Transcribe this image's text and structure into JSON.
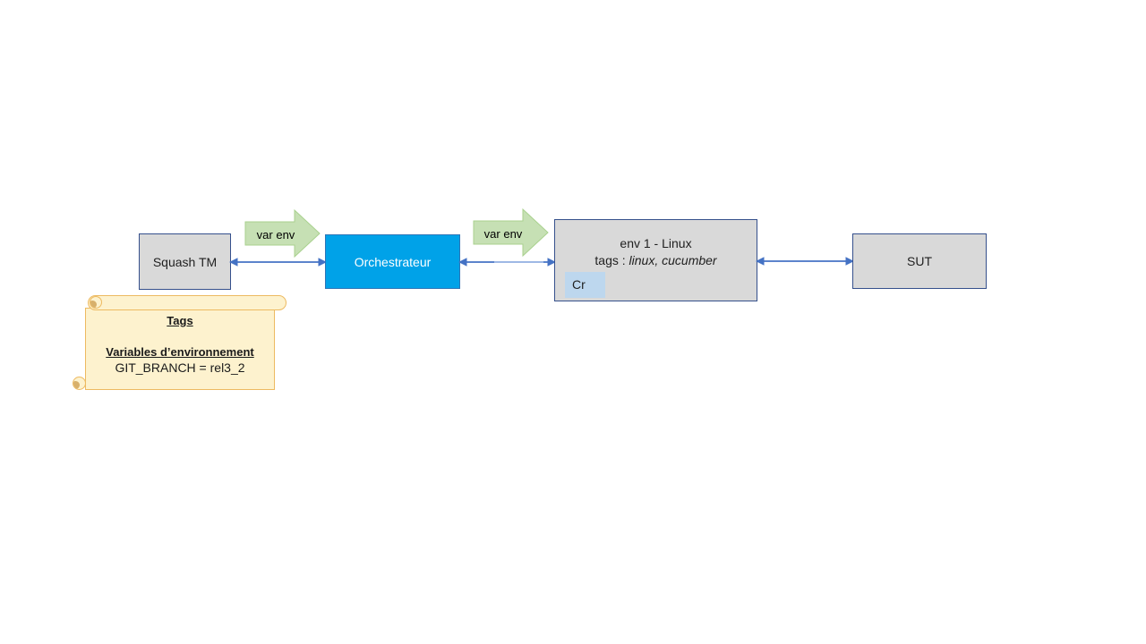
{
  "diagram": {
    "nodes": {
      "squash_tm": {
        "label": "Squash TM"
      },
      "orchestrateur": {
        "label": "Orchestrateur"
      },
      "env1": {
        "title": "env 1 - Linux",
        "tags_prefix": "tags : ",
        "tags_value": "linux, cucumber",
        "badge_label": "Cr"
      },
      "sut": {
        "label": "SUT"
      }
    },
    "flow_arrows": {
      "squash_to_orchestrateur": {
        "label": "var env"
      },
      "orchestrateur_to_env": {
        "label": "var env"
      }
    },
    "note": {
      "heading": "Tags",
      "subheading": "Variables d’environnement",
      "line1": "GIT_BRANCH = rel3_2"
    },
    "colors": {
      "node_fill": "#d9d9d9",
      "node_border": "#35508c",
      "orchestrateur_fill": "#00a2e8",
      "orchestrateur_border": "#2e75b6",
      "connector_blue": "#4472c4",
      "connector_light_segment": "#a6bfe8",
      "green_arrow_fill": "#c6e0b4",
      "green_arrow_border": "#a9d18e",
      "badge_fill": "#bdd7ee",
      "note_fill": "#fdf2ce",
      "note_border": "#edba61",
      "note_curl_shadow": "#d8b06b"
    }
  }
}
